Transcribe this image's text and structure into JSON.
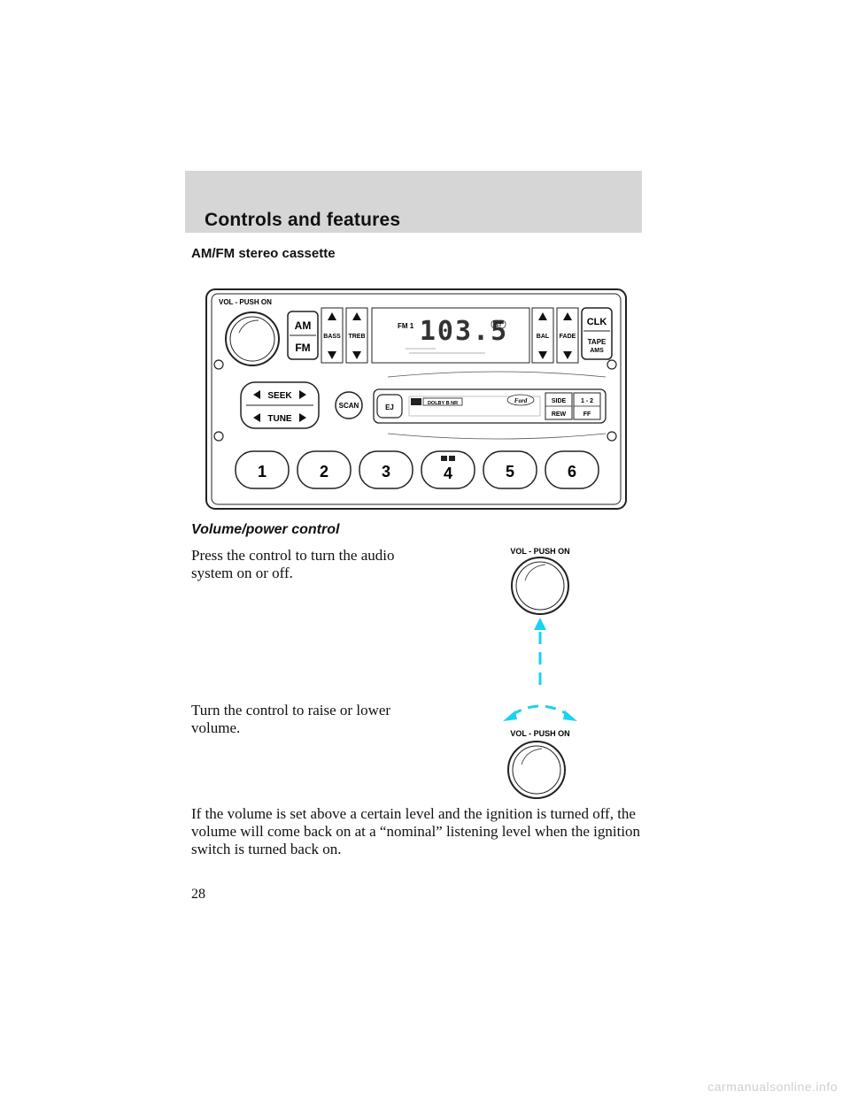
{
  "header": {
    "title": "Controls and features"
  },
  "section": {
    "title": "AM/FM stereo cassette"
  },
  "radio": {
    "volume_label": "VOL - PUSH ON",
    "am": "AM",
    "fm": "FM",
    "bass": "BASS",
    "treb": "TREB",
    "band": "FM 1",
    "frequency": "103.5",
    "stereo": "ST",
    "bal": "BAL",
    "fade": "FADE",
    "clk": "CLK",
    "tape": "TAPE",
    "ams": "AMS",
    "seek": "SEEK",
    "tune": "TUNE",
    "scan": "SCAN",
    "eject": "EJ",
    "dolby": "DOLBY B NR",
    "brand": "Ford",
    "side": "SIDE",
    "rew": "REW",
    "one_two": "1 - 2",
    "ff": "FF",
    "presets": [
      "1",
      "2",
      "3",
      "4",
      "5",
      "6"
    ]
  },
  "volume_section": {
    "title": "Volume/power control",
    "press_text": "Press the control to turn the audio system on or off.",
    "turn_text": "Turn the control to raise or lower volume.",
    "knob_label_top": "VOL - PUSH ON",
    "knob_label_bottom": "VOL - PUSH ON",
    "note": "If the volume is set above a certain level and the ignition is turned off, the volume will come back on at a “nominal” listening level when the ignition switch is turned back on."
  },
  "page": {
    "number": "28"
  },
  "watermark": "carmanualsonline.info",
  "colors": {
    "arrow": "#19d3f0",
    "header_band": "#d6d6d6"
  }
}
